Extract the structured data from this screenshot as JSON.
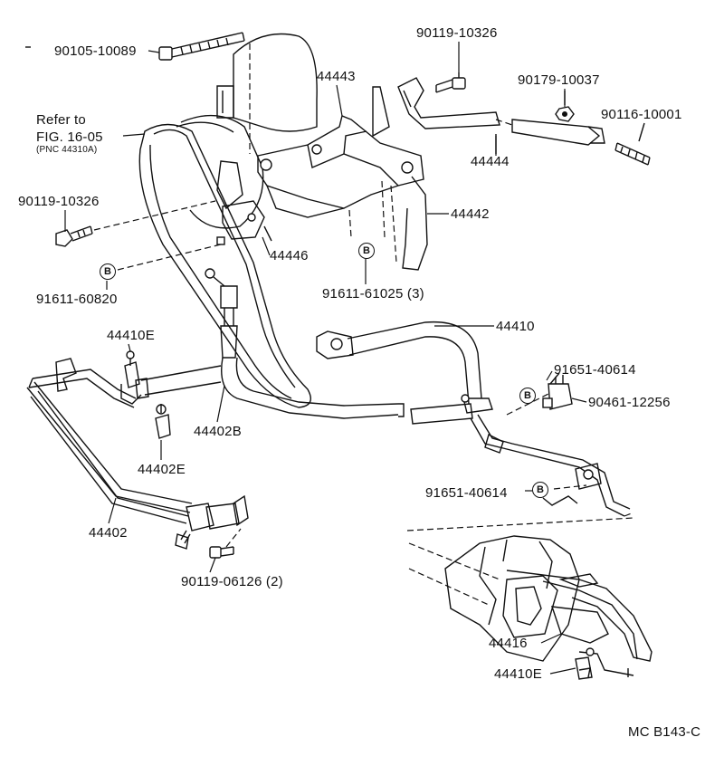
{
  "labels": {
    "bolt_90105": "90105-10089",
    "bolt_90119_top": "90119-10326",
    "washer_90179": "90179-10037",
    "stud_90116": "90116-10001",
    "reservoir_44443": "44443",
    "refer_line1": "Refer to",
    "refer_line2": "FIG. 16-05",
    "refer_pnc": "(PNC 44310A)",
    "bracket_44444": "44444",
    "bolt_90119_left": "90119-10326",
    "bracket_44442": "44442",
    "bracket_44446": "44446",
    "bolt_91611_60820": "91611-60820",
    "bolt_91611_61025": "91611-61025 (3)",
    "hose_44410": "44410",
    "clamp_44410E_top": "44410E",
    "clip_91651_top": "91651-40614",
    "clamp_90461": "90461-12256",
    "hose_44402B": "44402B",
    "clamp_44402E": "44402E",
    "clip_91651_mid": "91651-40614",
    "tube_44402": "44402",
    "bolt_90119_06126": "90119-06126 (2)",
    "tube_44416": "44416",
    "clamp_44410E_bottom": "44410E",
    "figure_code": "MC B143-C"
  },
  "markers": {
    "b1": "B",
    "b2": "B",
    "b3": "B",
    "b4": "B"
  }
}
